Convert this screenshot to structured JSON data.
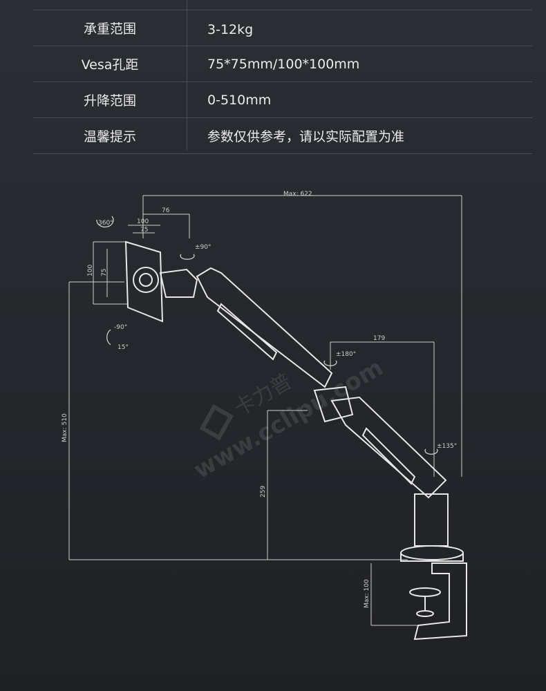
{
  "specs": {
    "rows": [
      {
        "label": "承重范围",
        "value": "3-12kg"
      },
      {
        "label": "Vesa孔距",
        "value": "75*75mm/100*100mm"
      },
      {
        "label": "升降范围",
        "value": "0-510mm"
      },
      {
        "label": "温馨提示",
        "value": "参数仅供参考，请以实际配置为准"
      }
    ]
  },
  "drawing": {
    "dims": {
      "max_622": "Max: 622",
      "d76": "76",
      "d100_top": "100",
      "d75_top": "75",
      "d100_side": "100",
      "d75_side": "75",
      "rot_360": "360°",
      "rot_90a": "±90°",
      "tilt_neg90": "-90°",
      "tilt_15": "15°",
      "d179": "179",
      "rot_180": "±180°",
      "rot_135": "±135°",
      "max_510": "Max: 510",
      "d259": "259",
      "max_100": "Max: 100"
    },
    "watermark": {
      "brand": "卡力普",
      "url": "www.cclipu.com"
    }
  }
}
